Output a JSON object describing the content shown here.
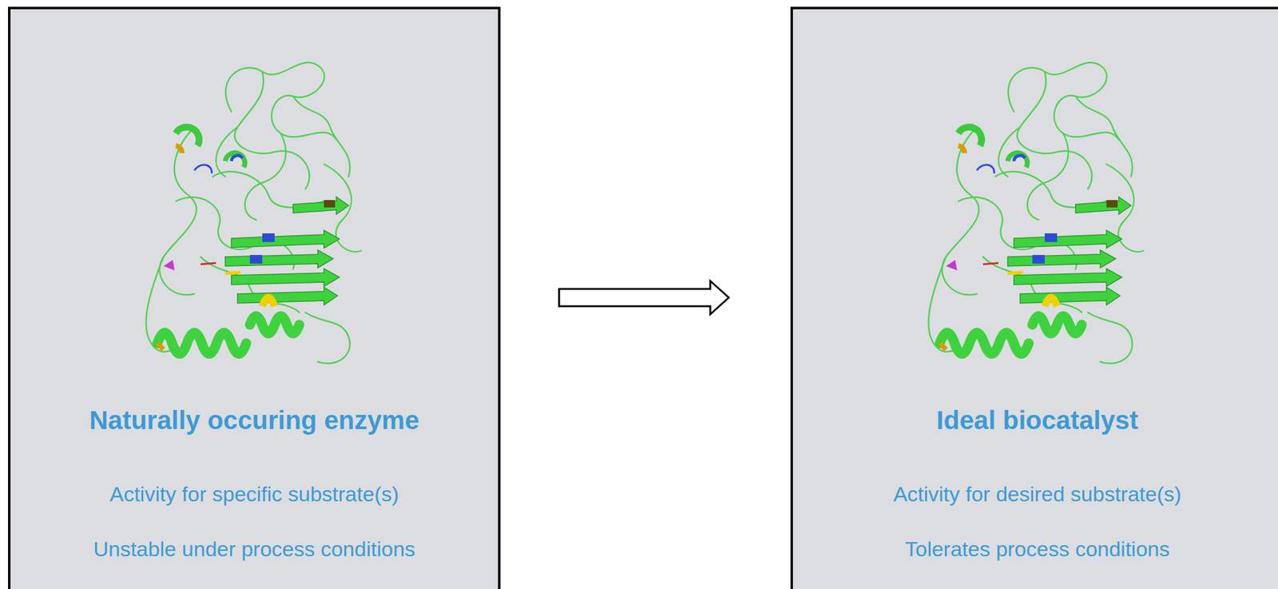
{
  "diagram": {
    "nodes": [
      {
        "text": [
          "Naturally occuring enzyme",
          "Activity for specific substrate(s)",
          "Unstable under process conditions"
        ]
      },
      {
        "text": [
          "Ideal biocatalyst",
          "Activity for desired substrate(s)",
          "Tolerates process conditions"
        ]
      }
    ],
    "edges": [
      {
        "from": 0,
        "to": 1,
        "arrow": "to"
      }
    ]
  }
}
